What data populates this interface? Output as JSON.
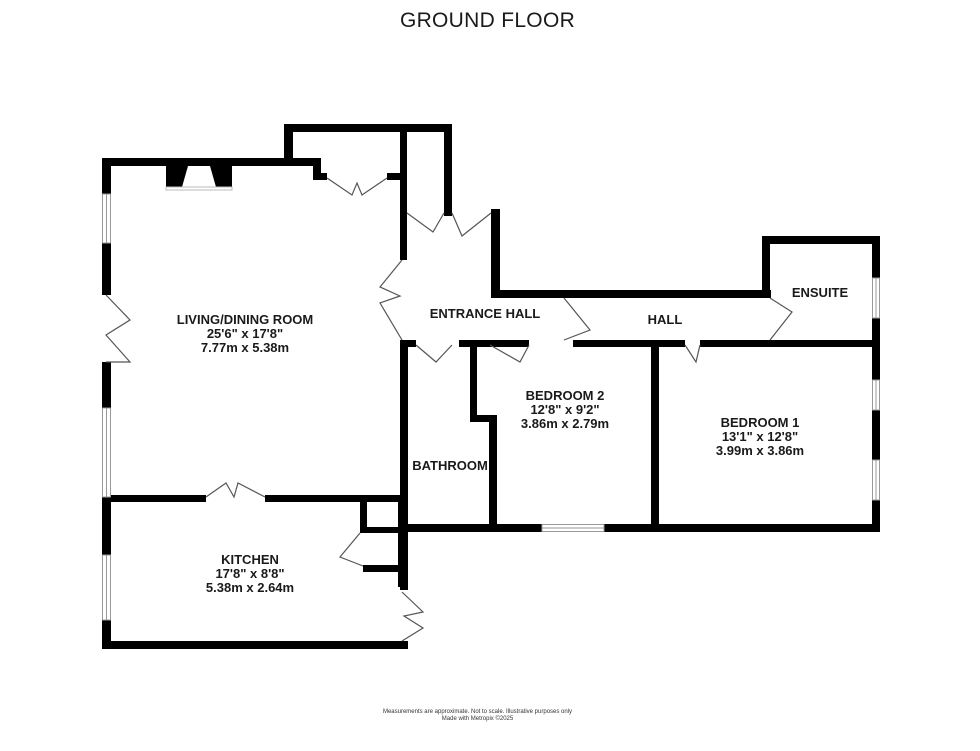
{
  "title": "GROUND FLOOR",
  "rooms": {
    "living": {
      "name": "LIVING/DINING ROOM",
      "imperial": "25'6\"  x 17'8\"",
      "metric": "7.77m  x 5.38m"
    },
    "entrance_hall": {
      "name": "ENTRANCE HALL"
    },
    "hall": {
      "name": "HALL"
    },
    "ensuite": {
      "name": "ENSUITE"
    },
    "bedroom2": {
      "name": "BEDROOM 2",
      "imperial": "12'8\"  x 9'2\"",
      "metric": "3.86m  x 2.79m"
    },
    "bedroom1": {
      "name": "BEDROOM 1",
      "imperial": "13'1\"  x 12'8\"",
      "metric": "3.99m  x 3.86m"
    },
    "bathroom": {
      "name": "BATHROOM"
    },
    "kitchen": {
      "name": "KITCHEN",
      "imperial": "17'8\"  x 8'8\"",
      "metric": "5.38m  x 2.64m"
    }
  },
  "footer": {
    "line1": "Measurements are approximate.  Not to scale.  Illustrative purposes only",
    "line2": "Made with Metropix ©2025"
  },
  "colors": {
    "wall": "#000000",
    "door": "#555555",
    "window": "#999999",
    "background": "#ffffff"
  }
}
